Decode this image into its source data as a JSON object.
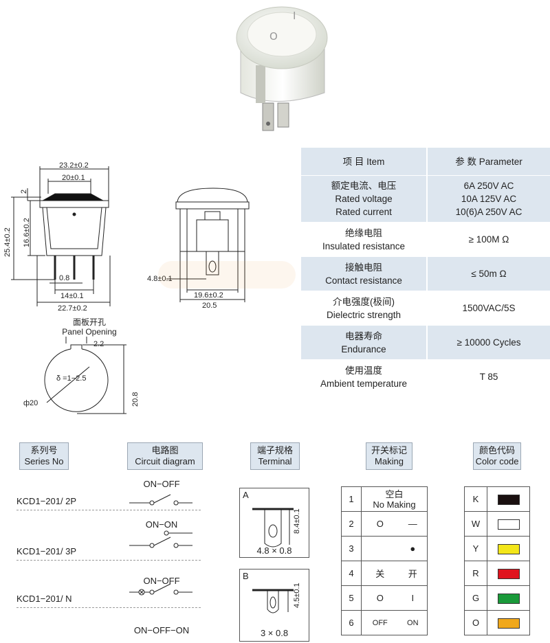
{
  "product": {
    "symbol_on": "I",
    "symbol_off": "O"
  },
  "drawing_side": {
    "dim_width_top": "23.2±0.2",
    "dim_rocker": "20±0.1",
    "dim_2": "2",
    "dim_height_total": "25.4±0.2",
    "dim_body": "16.6±0.2",
    "dim_pin": "0.8",
    "dim_pin_pitch": "14±0.1",
    "dim_bottom_width": "22.7±0.2"
  },
  "drawing_front": {
    "dim_terminal": "4.8±0.1",
    "dim_body_width": "19.6±0.2",
    "dim_base": "20.5"
  },
  "panel": {
    "title_cn": "面板开孔",
    "title_en": "Panel Opening",
    "dim_key": "2.2",
    "dim_thickness": "δ =1−2.5",
    "dim_diameter": "ф20",
    "dim_height": "20.8"
  },
  "spec_table": {
    "header_item": "项 目  Item",
    "header_param": "参 数  Parameter",
    "rows": [
      {
        "cn": "额定电流、电压",
        "en1": "Rated voltage",
        "en2": "Rated current",
        "p1": "6A  250V AC",
        "p2": "10A 125V AC",
        "p3": "10(6)A  250V AC"
      },
      {
        "cn": "绝缘电阻",
        "en1": "Insulated resistance",
        "p1": "≥ 100M Ω"
      },
      {
        "cn": "接触电阻",
        "en1": "Contact resistance",
        "p1": "≤ 50m Ω"
      },
      {
        "cn": "介电强度(极间)",
        "en1": "Dielectric strength",
        "p1": "1500VAC/5S"
      },
      {
        "cn": "电器寿命",
        "en1": "Endurance",
        "p1": "≥ 10000 Cycles"
      },
      {
        "cn": "使用温度",
        "en1": "Ambient temperature",
        "p1": "T 85"
      }
    ]
  },
  "headers": {
    "series_cn": "系列号",
    "series_en": "Series No",
    "circuit_cn": "电路图",
    "circuit_en": "Circuit diagram",
    "terminal_cn": "端子规格",
    "terminal_en": "Terminal",
    "making_cn": "开关标记",
    "making_en": "Making",
    "color_cn": "颜色代码",
    "color_en": "Color code"
  },
  "series": [
    {
      "model": "KCD1−201/ 2P",
      "circuit": "ON−OFF"
    },
    {
      "model": "KCD1−201/ 3P",
      "circuit": "ON−ON"
    },
    {
      "model": "KCD1−201/ N",
      "circuit": "ON−OFF"
    },
    {
      "model": "",
      "circuit": "ON−OFF−ON"
    }
  ],
  "terminals": [
    {
      "label": "A",
      "dim_v": "8.4±0.1",
      "size": "4.8 × 0.8"
    },
    {
      "label": "B",
      "dim_v": "4.5±0.1",
      "size": "3 × 0.8"
    }
  ],
  "making": [
    {
      "n": "1",
      "a": "空白",
      "b": "No Making"
    },
    {
      "n": "2",
      "a": "O",
      "b": "—"
    },
    {
      "n": "3",
      "a": "",
      "b": "●"
    },
    {
      "n": "4",
      "a": "关",
      "b": "开"
    },
    {
      "n": "5",
      "a": "O",
      "b": "I"
    },
    {
      "n": "6",
      "a": "OFF",
      "b": "ON"
    }
  ],
  "colors": [
    {
      "code": "K",
      "hex": "#1a1010"
    },
    {
      "code": "W",
      "hex": "#ffffff"
    },
    {
      "code": "Y",
      "hex": "#f3e61a"
    },
    {
      "code": "R",
      "hex": "#e0141e"
    },
    {
      "code": "G",
      "hex": "#1a9a3a"
    },
    {
      "code": "O",
      "hex": "#f0a81c"
    }
  ]
}
